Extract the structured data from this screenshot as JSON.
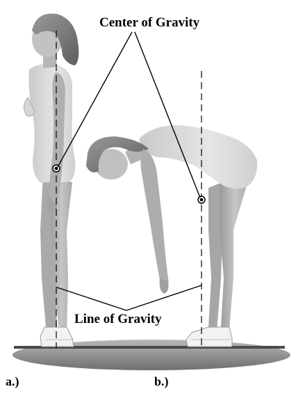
{
  "labels": {
    "center_of_gravity": "Center of Gravity",
    "line_of_gravity": "Line of Gravity",
    "panel_a": "a.)",
    "panel_b": "b.)"
  },
  "colors": {
    "skin": "#bdbdbd",
    "skin_dark": "#8f8f8f",
    "hair": "#7a7a7a",
    "leotard": "#dcdcdc",
    "floor": "#9e9e9e",
    "shoe": "#f2f2f2",
    "line": "#000000"
  }
}
